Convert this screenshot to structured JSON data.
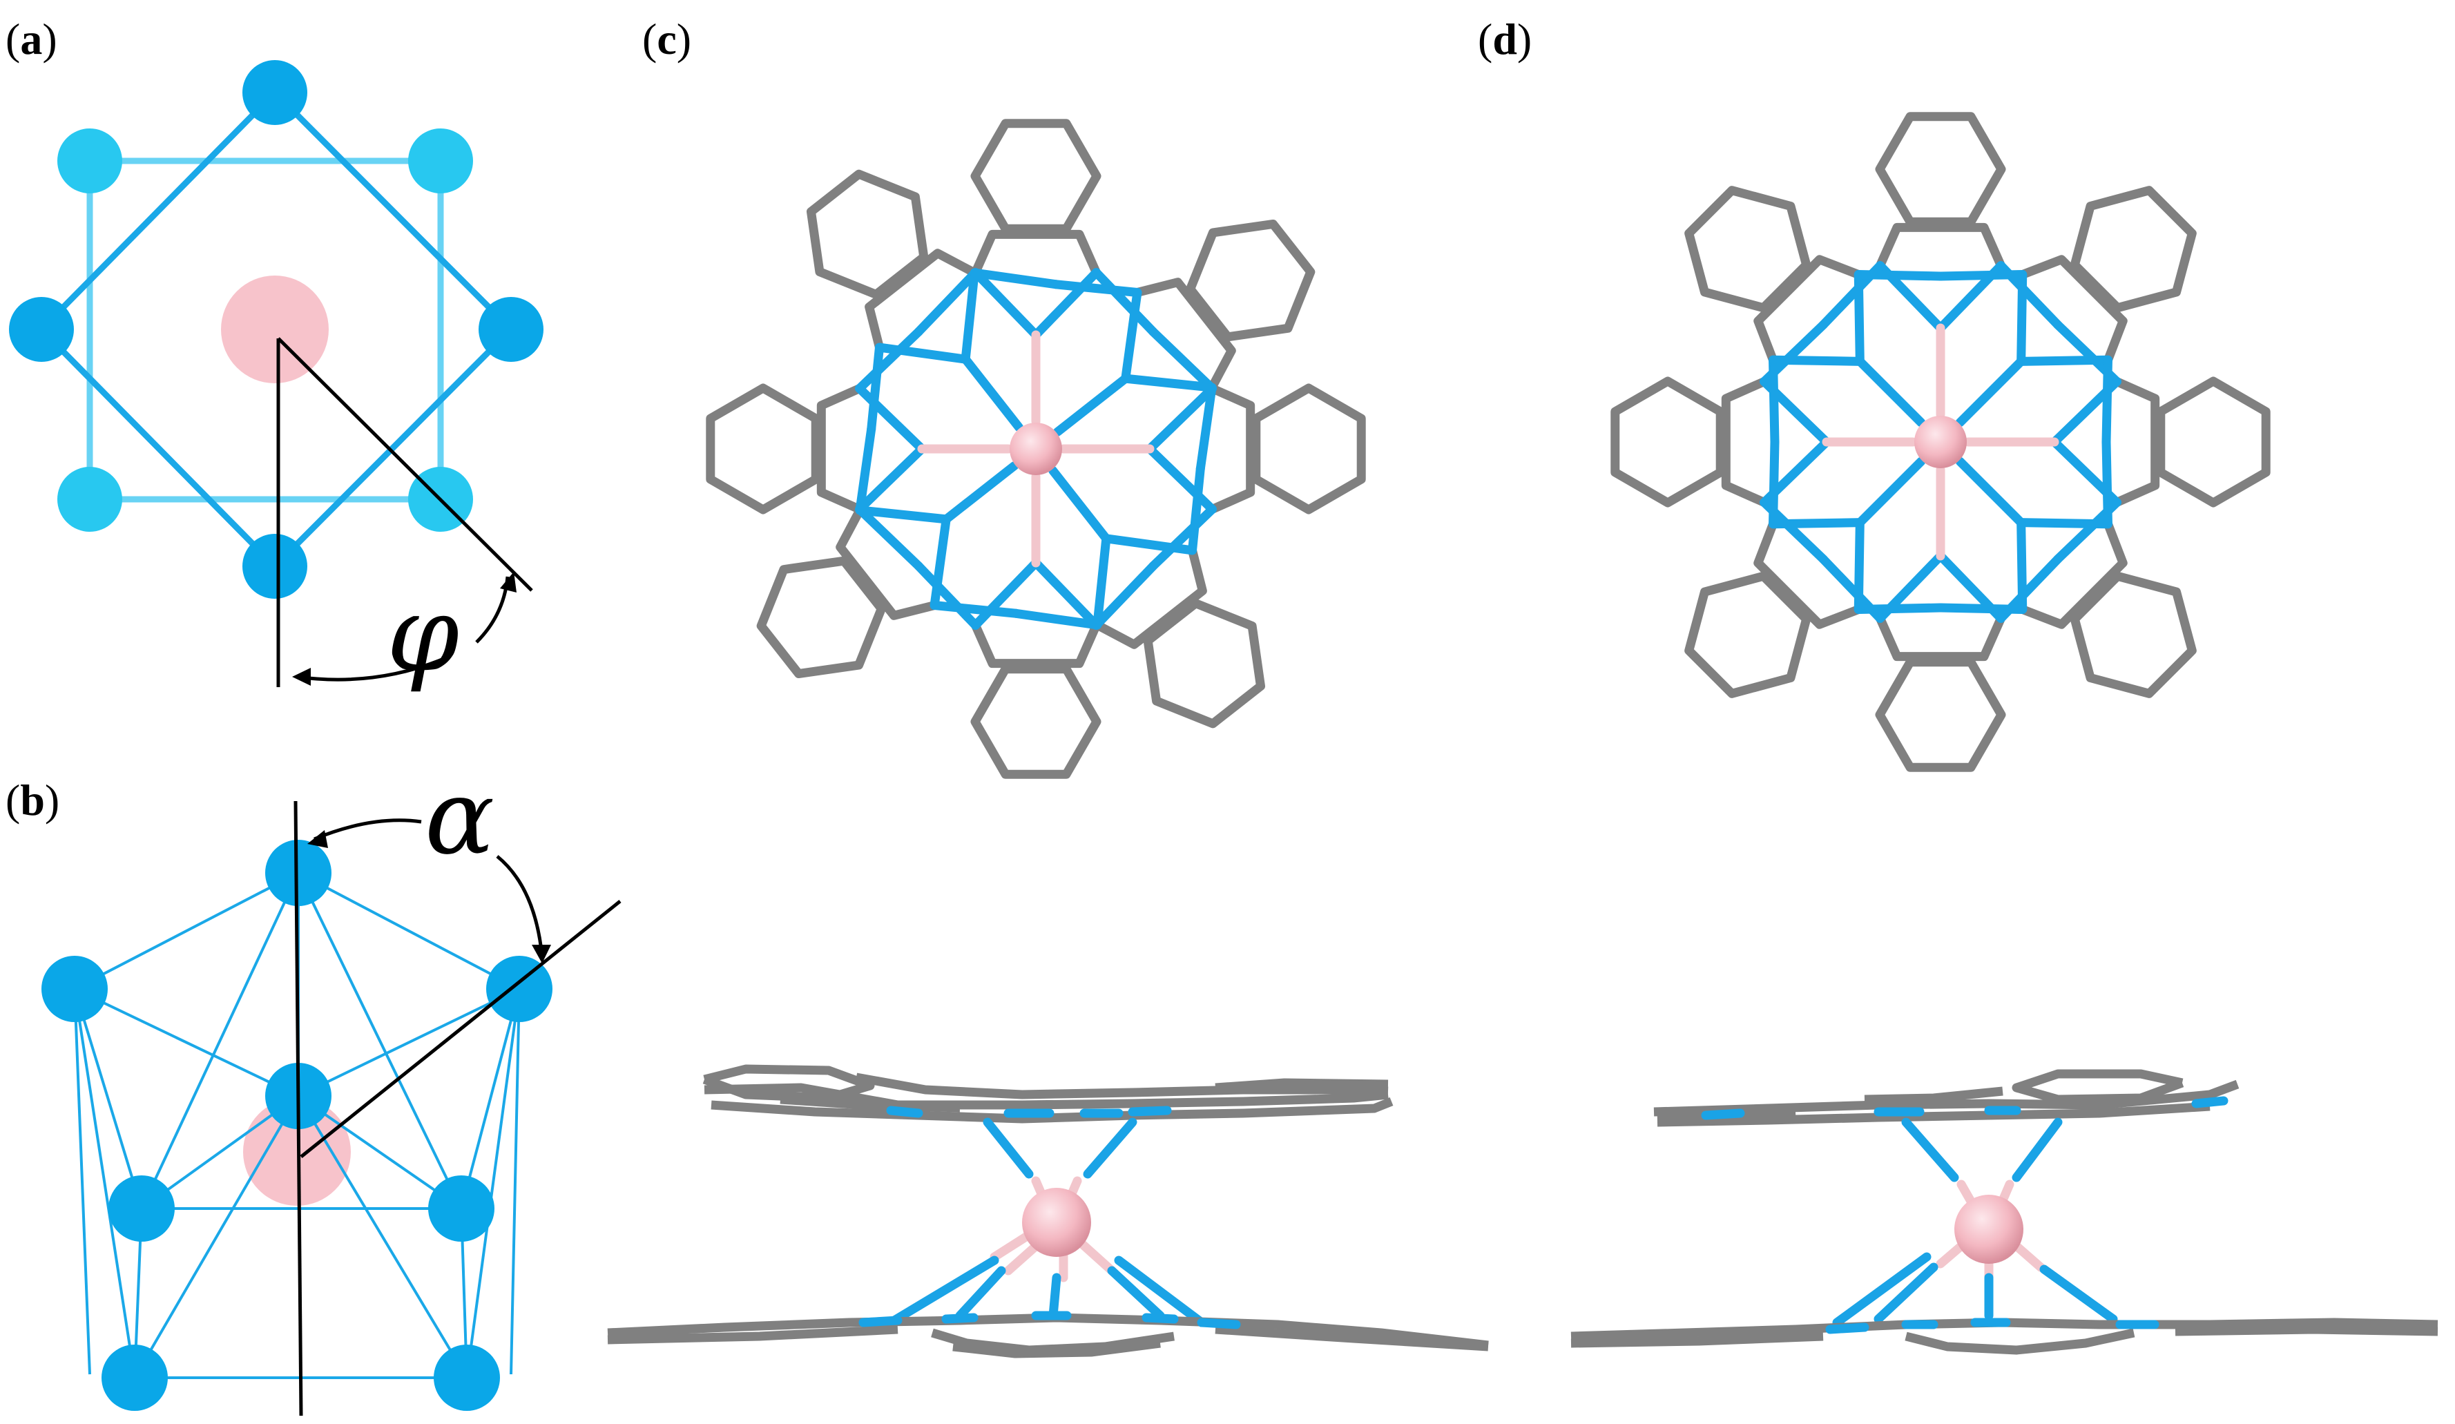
{
  "figure": {
    "panels": [
      {
        "id": "a",
        "label": "a"
      },
      {
        "id": "b",
        "label": "b"
      },
      {
        "id": "c",
        "label": "c"
      },
      {
        "id": "d",
        "label": "d"
      }
    ],
    "angles": {
      "phi": "φ",
      "alpha": "α"
    },
    "colors": {
      "ligand_atom": "#0aa7e8",
      "ligand_atom_light": "#28c8f0",
      "metal_center": "#f7c3cb",
      "carbon_framework": "#808080",
      "nitrogen_bond": "#1aa3e6",
      "annotation_line": "#000000"
    },
    "panel_c": {
      "views": [
        "top-view",
        "side-view"
      ],
      "rotation": "staggered"
    },
    "panel_d": {
      "views": [
        "top-view",
        "side-view"
      ],
      "rotation": "eclipsed-variant"
    }
  }
}
